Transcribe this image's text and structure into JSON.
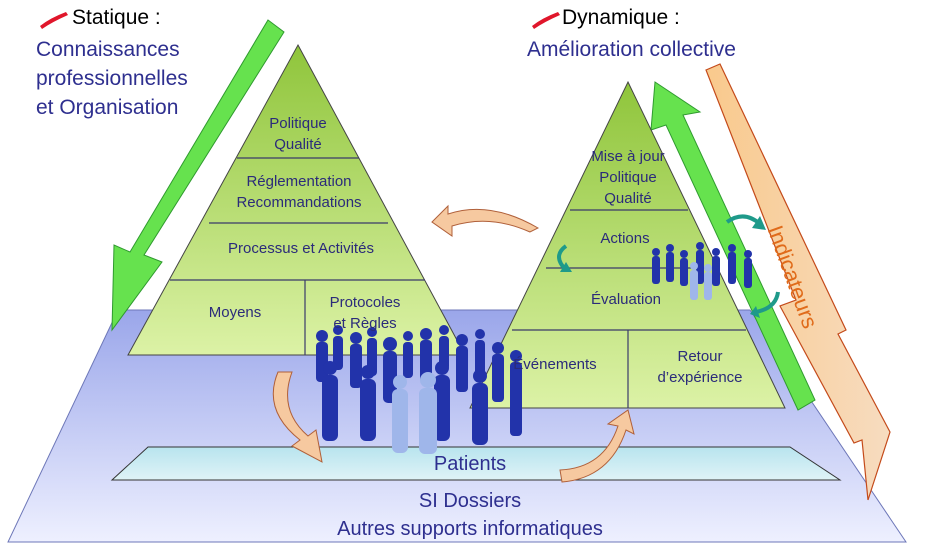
{
  "static": {
    "title": "Statique :",
    "subtitle": [
      "Connaissances",
      "professionnelles",
      "et Organisation"
    ]
  },
  "dynamic": {
    "title": "Dynamique :",
    "subtitle": "Amélioration collective"
  },
  "left_pyramid": {
    "levels": [
      "Politique",
      "Qualité",
      "Réglementation",
      "Recommandations",
      "Processus  et Activités",
      "Moyens",
      "Protocoles",
      "et Règles"
    ]
  },
  "right_pyramid": {
    "levels": [
      "Mise à jour",
      "Politique",
      "Qualité",
      "Actions",
      "Évaluation",
      "Événements",
      "Retour",
      "d’expérience"
    ]
  },
  "indicators": "Indicateurs",
  "base": {
    "patients": "Patients",
    "si_dossiers": "SI Dossiers",
    "other_supports": "Autres supports informatiques"
  },
  "colors": {
    "pyramid_top": "#90c63c",
    "pyramid_bottom": "#d9f0a3",
    "pyramid_line": "#3a3a6a",
    "platform": "#a8b4ea",
    "green_arrow": "#5fe34a",
    "orange_arrow": "#f5b26b",
    "people": "#2233aa"
  }
}
